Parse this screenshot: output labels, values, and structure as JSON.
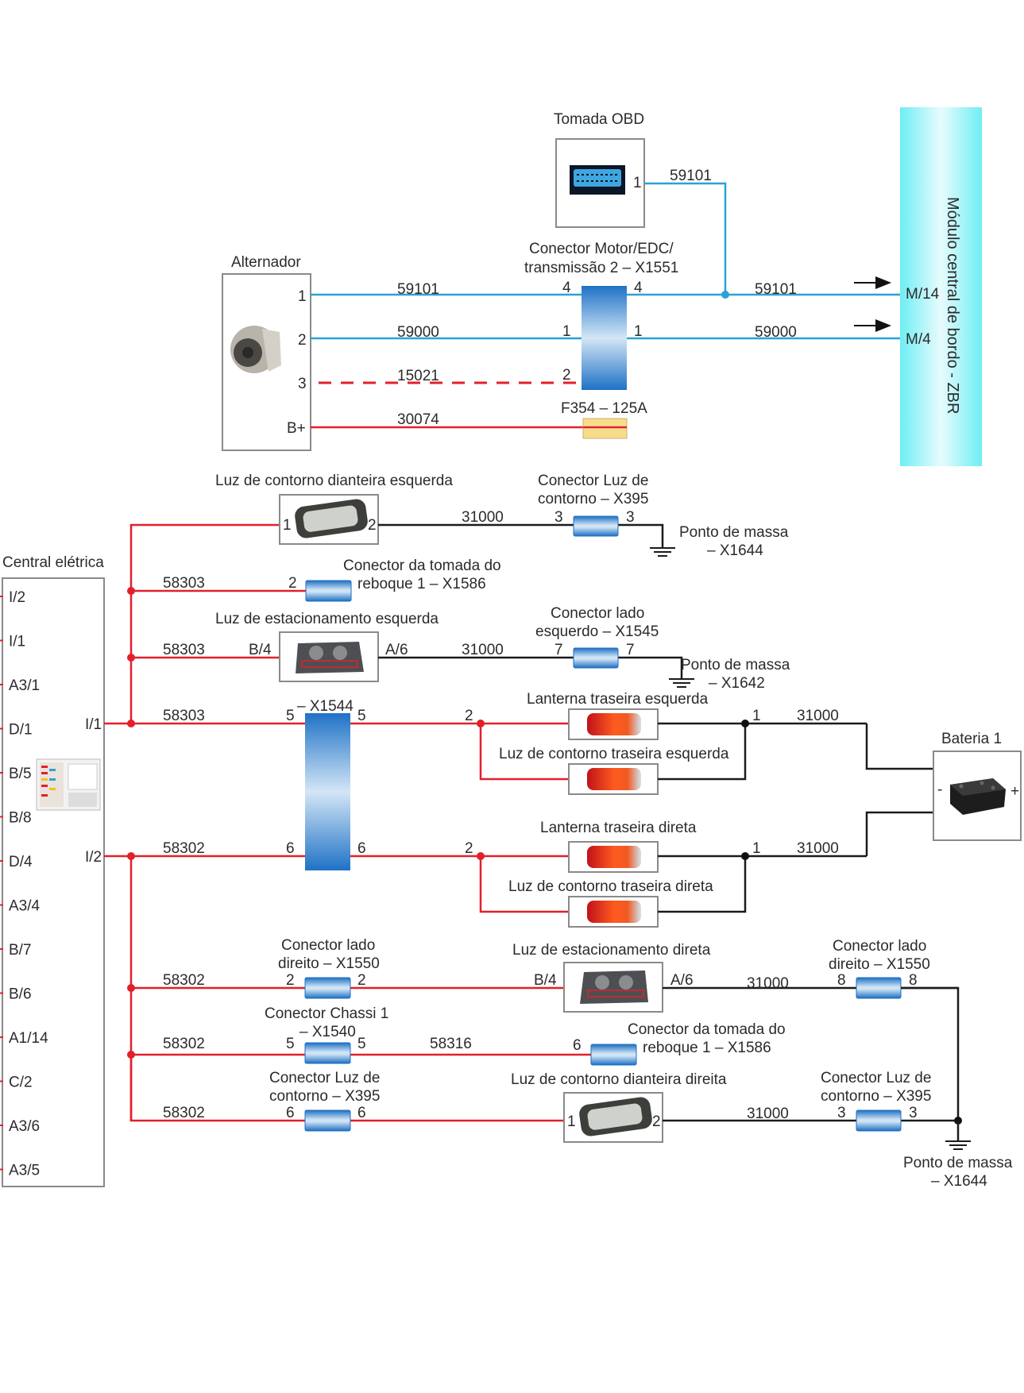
{
  "colors": {
    "signal_wire": "#29a3d6",
    "power_wire": "#e2202a",
    "ground_wire": "#1b1b1b",
    "module_bar": "#7ef0f5",
    "connector": "#2a7fcf",
    "fuse": "#f7dc8a"
  },
  "modules": {
    "zbr": {
      "label": "Módulo central de bordo - ZBR",
      "pins": [
        "M/14",
        "M/4"
      ]
    },
    "obd": {
      "label": "Tomada OBD",
      "pin": "1",
      "icon": "obd-port-icon"
    },
    "alternator": {
      "label": "Alternador",
      "pins": [
        "1",
        "2",
        "3",
        "B+"
      ],
      "icon": "alternator-icon"
    },
    "connector_x1551": {
      "label_line1": "Conector Motor/EDC/",
      "label_line2": "transmissão 2 – X1551",
      "left_pins": [
        "4",
        "1",
        "2"
      ],
      "right_pins": [
        "4",
        "1"
      ]
    },
    "fuse": {
      "label": "F354 – 125A"
    },
    "central": {
      "label": "Central elétrica",
      "pins": [
        "I/2",
        "I/1",
        "A3/1",
        "D/1",
        "B/5",
        "B/8",
        "D/4",
        "A3/4",
        "B/7",
        "B/6",
        "A1/14",
        "C/2",
        "A3/6",
        "A3/5"
      ],
      "outputs": [
        "I/1",
        "I/2"
      ],
      "icon": "fuse-box-icon"
    },
    "battery": {
      "label": "Bateria 1",
      "minus": "-",
      "plus": "+",
      "icon": "battery-icon"
    }
  },
  "wires": {
    "w59101_left": "59101",
    "w59000_left": "59000",
    "w15021": "15021",
    "w30074": "30074",
    "w59101_obd": "59101",
    "w59101_right": "59101",
    "w59000_right": "59000"
  },
  "left_branch": {
    "front_marker_left": {
      "label": "Luz de contorno dianteira esquerda",
      "pin_in": "1",
      "pin_out": "2",
      "wire": "31000"
    },
    "x395_top": {
      "label_line1": "Conector Luz de",
      "label_line2": "contorno – X395",
      "pin_in": "3",
      "pin_out": "3"
    },
    "ground_x1644_top": {
      "label_line1": "Ponto de massa",
      "label_line2": "– X1644"
    },
    "trailer_x1586_left": {
      "wire": "58303",
      "pin": "2",
      "label_line1": "Conector da tomada do",
      "label_line2": "reboque 1 – X1586"
    },
    "parking_left": {
      "label": "Luz de estacionamento esquerda",
      "wire": "58303",
      "pin_in": "B/4",
      "pin_out": "A/6",
      "wire_out": "31000"
    },
    "x1545": {
      "label_line1": "Conector lado",
      "label_line2": "esquerdo – X1545",
      "pin_in": "7",
      "pin_out": "7"
    },
    "ground_x1642": {
      "label_line1": "Ponto de massa",
      "label_line2": "– X1642"
    },
    "x1544": {
      "label": "– X1544",
      "pin_in_top": "5",
      "pin_out_top": "5",
      "pin_in_bottom": "6",
      "pin_out_bottom": "6"
    },
    "i1_wire": "58303",
    "i2_wire": "58302"
  },
  "rear_lamps": {
    "tail_left": {
      "label": "Lanterna traseira esquerda",
      "pin_in": "2",
      "pin_out": "1",
      "wire": "31000"
    },
    "marker_rear_left": {
      "label": "Luz de contorno traseira esquerda"
    },
    "tail_right": {
      "label": "Lanterna traseira direta",
      "pin_in": "2",
      "pin_out": "1",
      "wire": "31000"
    },
    "marker_rear_right": {
      "label": "Luz de contorno traseira direta"
    }
  },
  "right_branch": {
    "x1550_left": {
      "label_line1": "Conector lado",
      "label_line2": "direito – X1550",
      "wire": "58302",
      "pin_in": "2",
      "pin_out": "2"
    },
    "parking_right": {
      "label": "Luz de estacionamento direta",
      "pin_in": "B/4",
      "pin_out": "A/6",
      "wire_out": "31000"
    },
    "x1550_right": {
      "label_line1": "Conector lado",
      "label_line2": "direito – X1550",
      "pin_in": "8",
      "pin_out": "8"
    },
    "x1540": {
      "label_line1": "Conector Chassi 1",
      "label_line2": "– X1540",
      "wire": "58302",
      "pin_in": "5",
      "pin_out": "5",
      "wire_out": "58316"
    },
    "trailer_x1586_right": {
      "pin": "6",
      "label_line1": "Conector da tomada do",
      "label_line2": "reboque 1 – X1586"
    },
    "x395_bottom_left": {
      "label_line1": "Conector Luz de",
      "label_line2": "contorno – X395",
      "wire": "58302",
      "pin_in": "6",
      "pin_out": "6"
    },
    "front_marker_right": {
      "label": "Luz de contorno dianteira direita",
      "pin_in": "1",
      "pin_out": "2",
      "wire": "31000"
    },
    "x395_bottom_right": {
      "label_line1": "Conector Luz de",
      "label_line2": "contorno – X395",
      "pin_in": "3",
      "pin_out": "3"
    },
    "ground_x1644_bottom": {
      "label_line1": "Ponto de massa",
      "label_line2": "– X1644"
    }
  }
}
